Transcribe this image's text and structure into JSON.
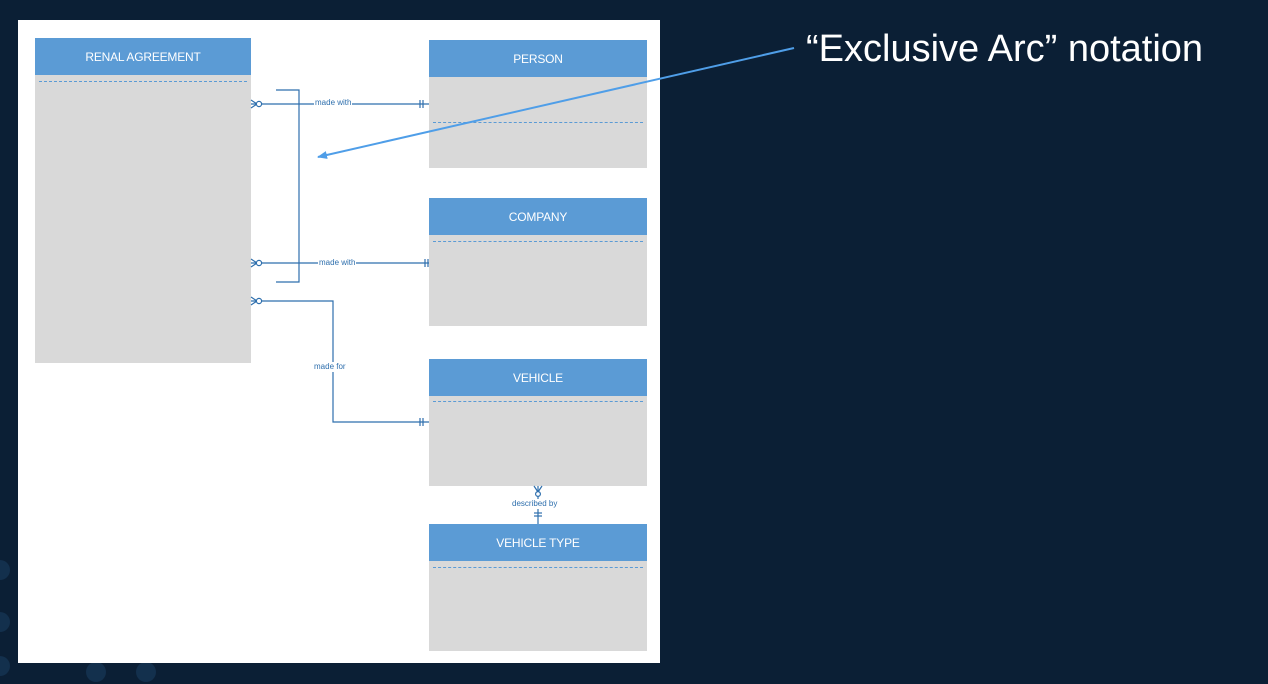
{
  "slide": {
    "background": "#0b1f35",
    "annotation": "“Exclusive Arc” notation"
  },
  "diagram": {
    "entity_header_color": "#5b9bd5",
    "entity_body_color": "#d9d9d9",
    "line_color": "#2e6fad",
    "arrow_color": "#4f9ee8",
    "entities": {
      "rental_agreement": "RENAL AGREEMENT",
      "person": "PERSON",
      "company": "COMPANY",
      "vehicle": "VEHICLE",
      "vehicle_type": "VEHICLE TYPE"
    },
    "relationships": {
      "made_with_person": "made with",
      "made_with_company": "made with",
      "made_for": "made for",
      "described_by": "described by"
    }
  }
}
